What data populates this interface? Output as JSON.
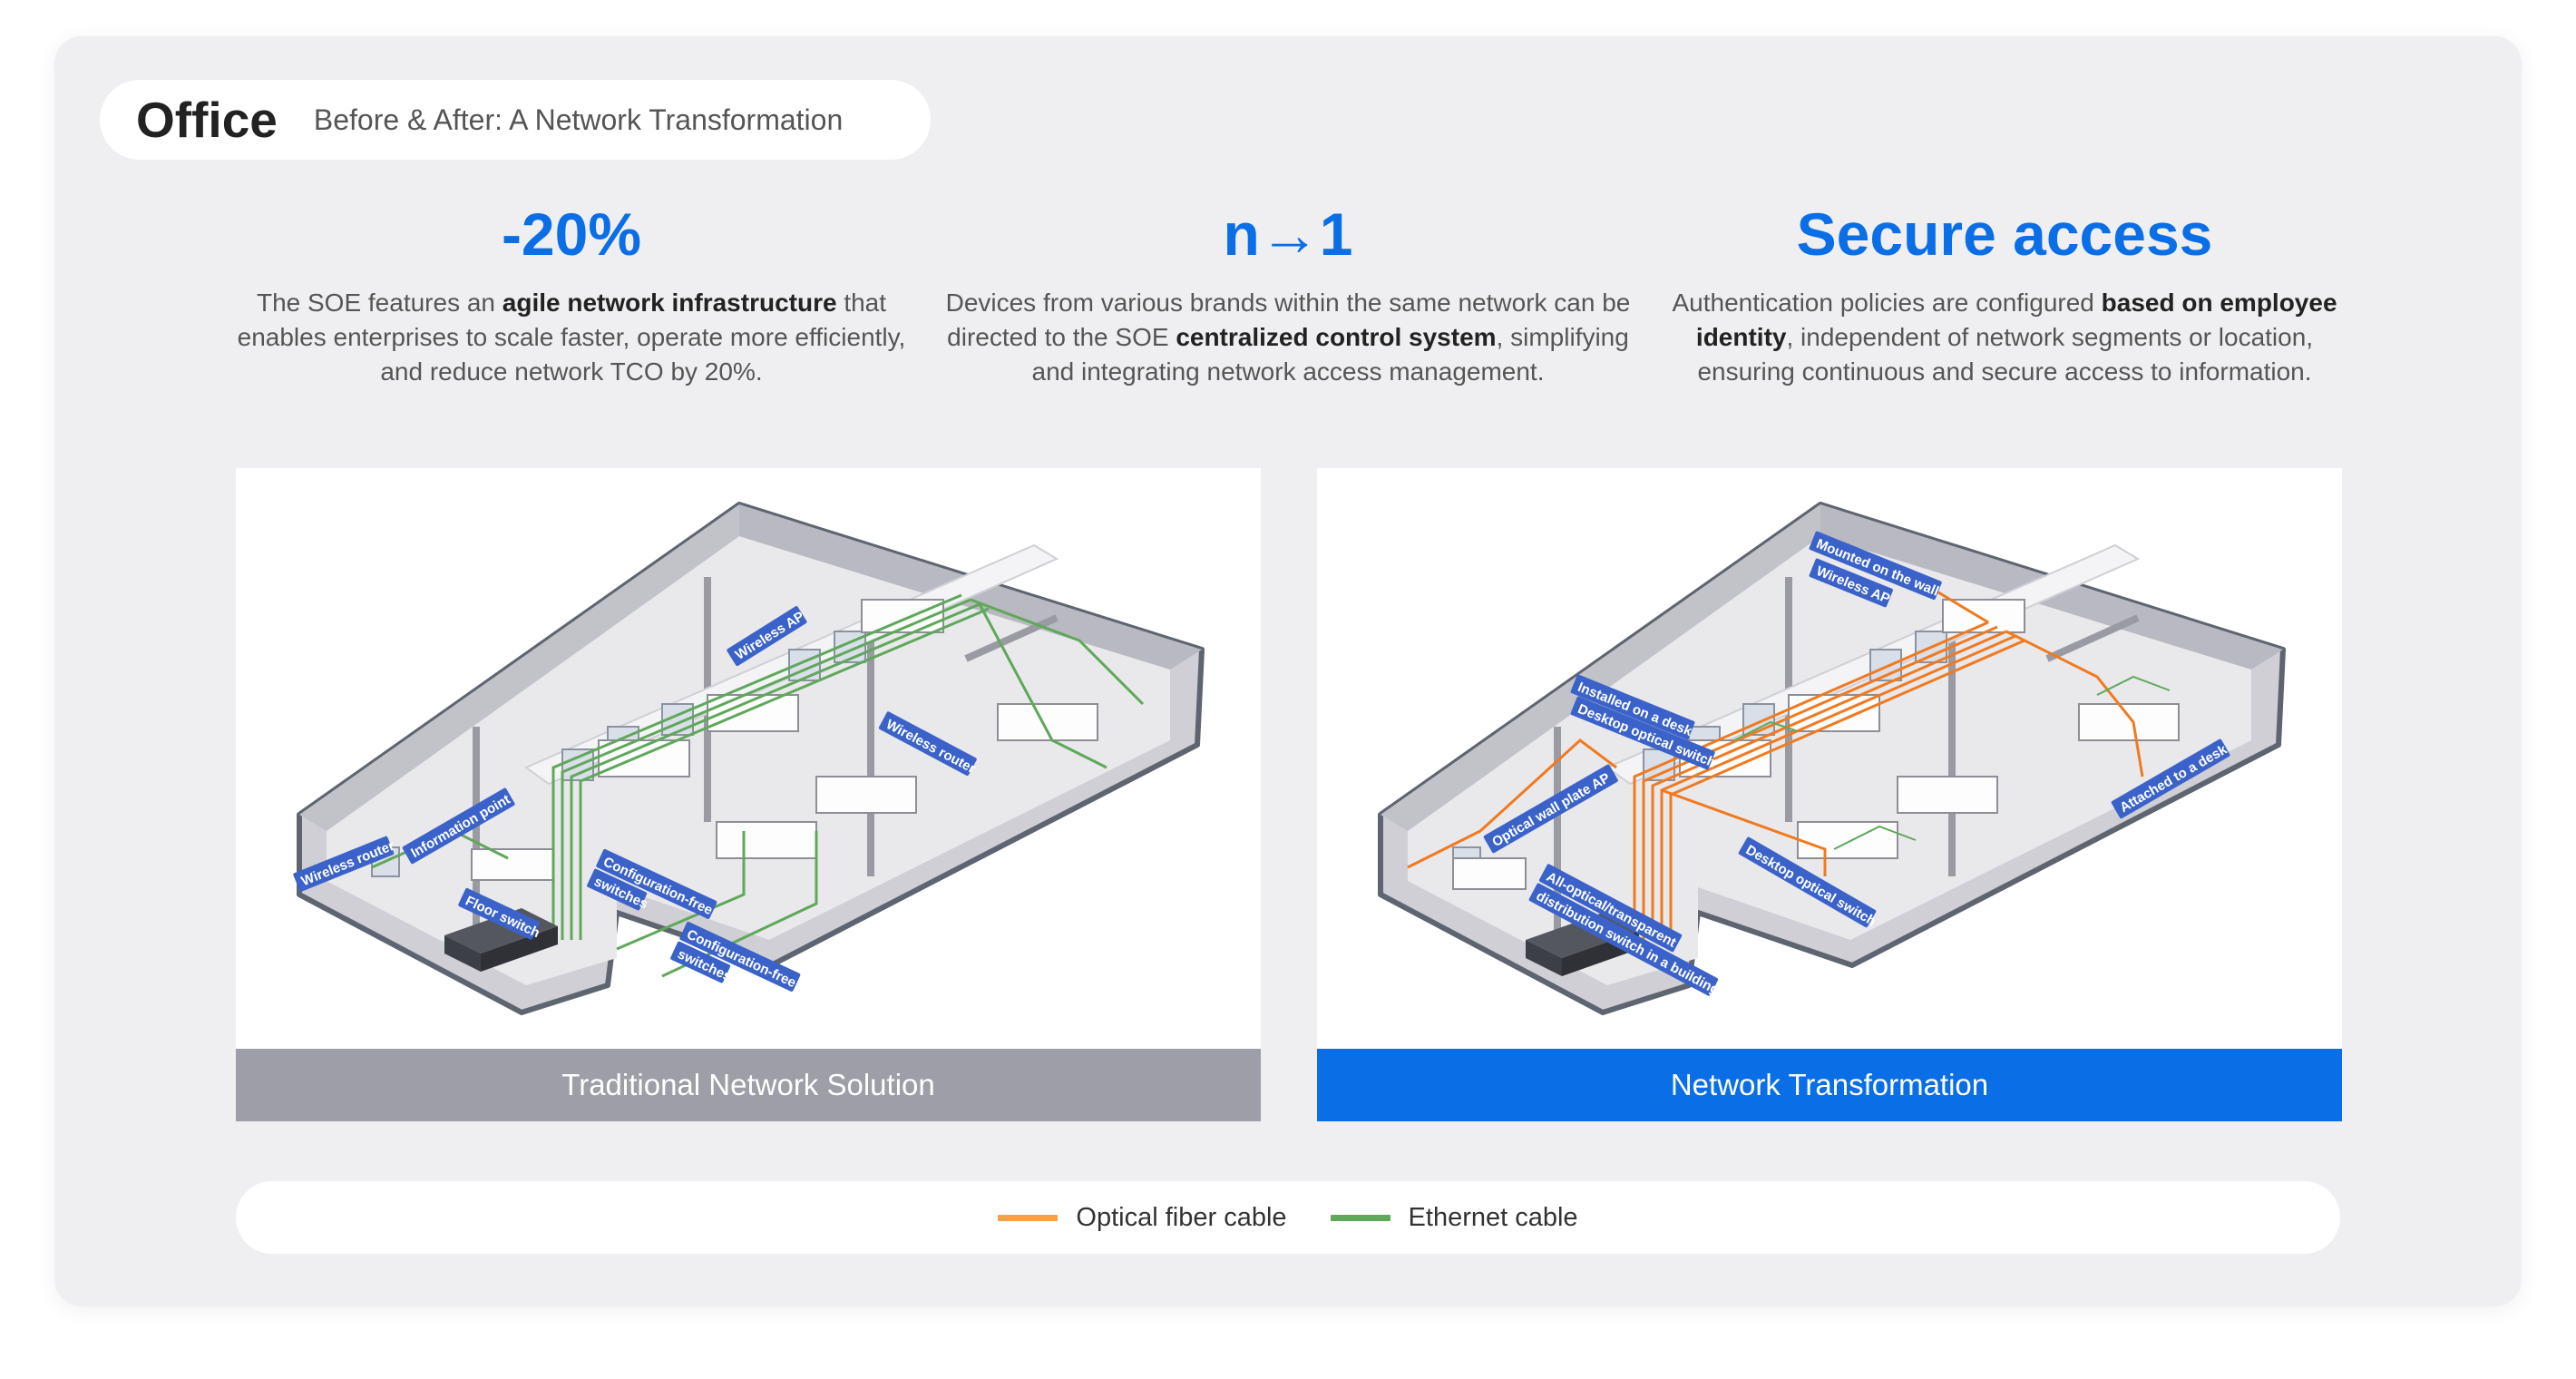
{
  "header": {
    "title": "Office",
    "subtitle": "Before & After: A Network Transformation"
  },
  "stats": [
    {
      "value": "-20%",
      "desc_parts": [
        "The SOE features an ",
        "agile network infrastructure",
        " that enables enterprises to scale faster, operate more efficiently, and reduce network TCO by 20%."
      ]
    },
    {
      "value": "n→1",
      "desc_parts": [
        "Devices from various brands within the same network can be directed to the SOE ",
        "centralized control system",
        ", simplifying and integrating network access management."
      ]
    },
    {
      "value": "Secure access",
      "desc_parts": [
        "Authentication policies are configured ",
        "based on employee identity",
        ", independent of network segments or location, ensuring continuous and secure access to information."
      ]
    }
  ],
  "panels": {
    "traditional": {
      "caption": "Traditional Network Solution",
      "labels": {
        "wireless_router_left": "Wireless router",
        "information_point": "Information point",
        "wireless_ap": "Wireless AP",
        "wireless_router_right": "Wireless router",
        "floor_switch": "Floor switch",
        "config_free_1": [
          "Configuration-free",
          "switches"
        ],
        "config_free_2": [
          "Configuration-free",
          "switches"
        ]
      }
    },
    "transformation": {
      "caption": "Network Transformation",
      "labels": {
        "mounted_wall": "Mounted on the wall",
        "wireless_ap": "Wireless AP",
        "installed_desk": "Installed on a desk",
        "desktop_optical_1": "Desktop optical switch",
        "optical_wall_ap": "Optical wall plate AP",
        "desktop_optical_2": "Desktop optical switch",
        "attached_desk": "Attached to a desk",
        "distribution_switch": [
          "All-optical/transparent",
          "distribution switch in a building"
        ]
      }
    }
  },
  "legend": [
    {
      "label": "Optical fiber cable",
      "color": "#f5a24b"
    },
    {
      "label": "Ethernet cable",
      "color": "#5fa85a"
    }
  ],
  "colors": {
    "accent": "#0a6ee6",
    "caption_traditional": "#9d9ea8",
    "caption_transformation": "#0a6ee6",
    "fiber": "#f07a1f",
    "ethernet": "#5fa85a"
  }
}
